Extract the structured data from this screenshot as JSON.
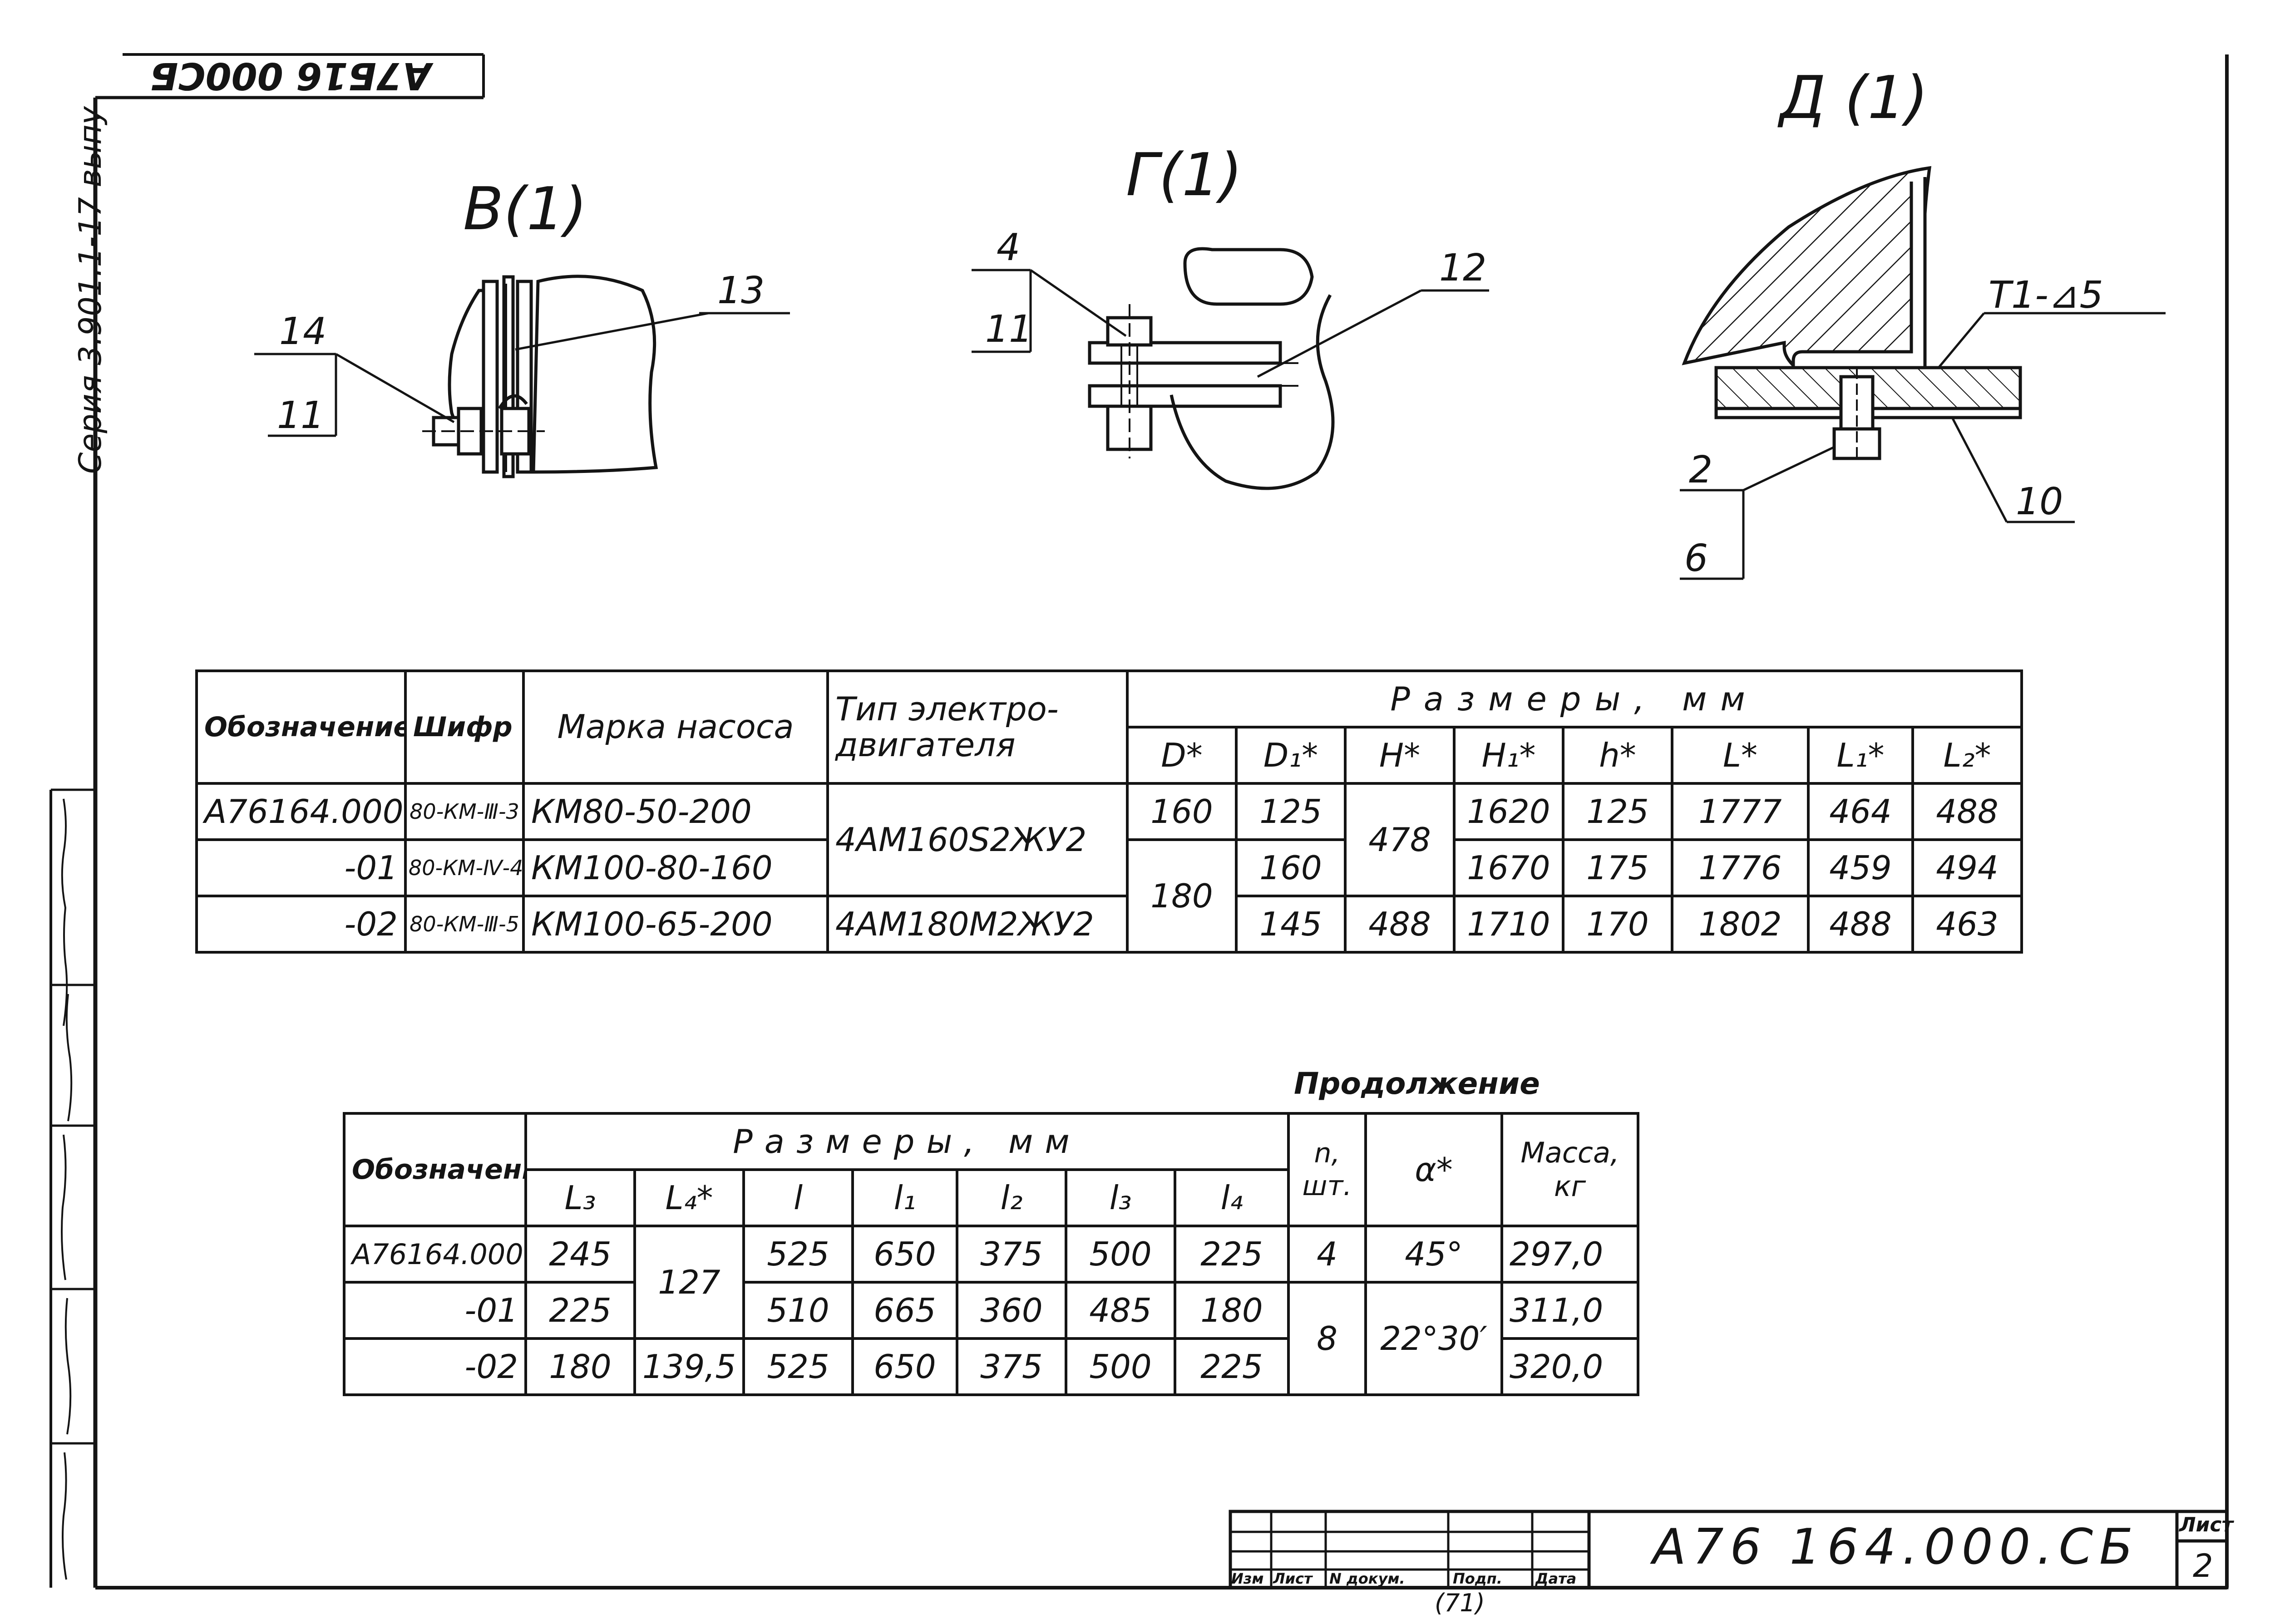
{
  "stamp": {
    "top_left": "A7Б16 000СБ",
    "series": "Серия 3.901.1-17 выпу"
  },
  "detail_views": {
    "view_b": {
      "title": "В(1)",
      "leaders": [
        "14",
        "11",
        "13"
      ]
    },
    "view_g": {
      "title": "Г(1)",
      "leaders": [
        "4",
        "11",
        "12"
      ]
    },
    "view_d": {
      "title": "Д (1)",
      "leaders": [
        "2",
        "6",
        "10"
      ],
      "weld": "Т1-⊿5"
    }
  },
  "table1": {
    "headers": {
      "designation": "Обозначение",
      "code": "Шифр",
      "pump_brand": "Марка насоса",
      "motor_type": "Тип электро-двигателя",
      "dimensions": "Размеры, мм"
    },
    "dim_columns": [
      "D*",
      "D₁*",
      "H*",
      "H₁*",
      "h*",
      "L*",
      "L₁*",
      "L₂*"
    ],
    "rows": [
      {
        "designation": "А76164.000",
        "code": "80-КМ-Ⅲ-3",
        "pump": "КМ80-50-200",
        "motor": "4АМ160S2ЖУ2",
        "D": "160",
        "D1": "125",
        "H": "478",
        "H1": "1620",
        "h": "125",
        "L": "1777",
        "L1": "464",
        "L2": "488"
      },
      {
        "designation": "-01",
        "code": "80-КМ-Ⅳ-4",
        "pump": "КМ100-80-160",
        "motor": "",
        "D": "180",
        "D1": "160",
        "H": "",
        "H1": "1670",
        "h": "175",
        "L": "1776",
        "L1": "459",
        "L2": "494"
      },
      {
        "designation": "-02",
        "code": "80-КМ-Ⅲ-5",
        "pump": "КМ100-65-200",
        "motor": "4АМ180М2ЖУ2",
        "D": "",
        "D1": "145",
        "H": "488",
        "H1": "1710",
        "h": "170",
        "L": "1802",
        "L1": "488",
        "L2": "463"
      }
    ]
  },
  "continuation_label": "Продолжение",
  "table2": {
    "headers": {
      "designation": "Обозначение",
      "dimensions": "Размеры, мм",
      "n": "n, шт.",
      "alpha": "α*",
      "mass": "Масса, кг"
    },
    "dim_columns": [
      "L₃",
      "L₄*",
      "l",
      "l₁",
      "l₂",
      "l₃",
      "l₄"
    ],
    "rows": [
      {
        "designation": "А76164.000",
        "L3": "245",
        "L4": "127",
        "l": "525",
        "l1": "650",
        "l2": "375",
        "l3": "500",
        "l4": "225",
        "n": "4",
        "alpha": "45°",
        "mass": "297,0"
      },
      {
        "designation": "-01",
        "L3": "225",
        "L4": "",
        "l": "510",
        "l1": "665",
        "l2": "360",
        "l3": "485",
        "l4": "180",
        "n": "8",
        "alpha": "22°30′",
        "mass": "311,0"
      },
      {
        "designation": "-02",
        "L3": "180",
        "L4": "139,5",
        "l": "525",
        "l1": "650",
        "l2": "375",
        "l3": "500",
        "l4": "225",
        "n": "",
        "alpha": "",
        "mass": "320,0"
      }
    ]
  },
  "title_block": {
    "document_number": "А76 164.000.СБ",
    "sheet_label": "Лист",
    "sheet_number": "2",
    "cols": [
      "Изм",
      "Лист",
      "N докум.",
      "Подп.",
      "Дата"
    ],
    "page_number": "(71)"
  }
}
